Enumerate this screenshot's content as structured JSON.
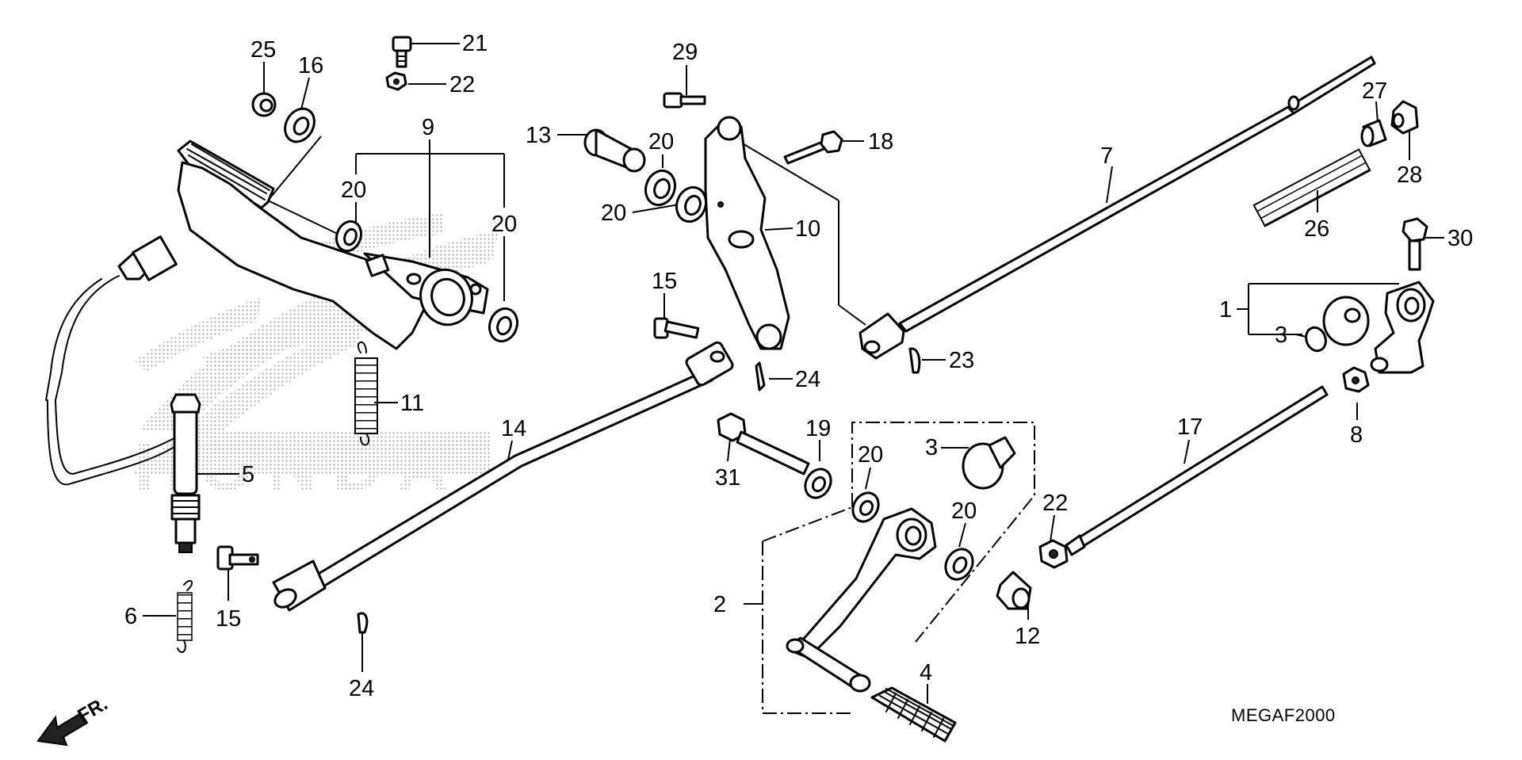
{
  "diagram": {
    "code": "MEGAF2000",
    "direction_label": "FR.",
    "watermark_text": "HONDA",
    "colors": {
      "ink": "#000000",
      "paper": "#ffffff",
      "watermark": "#b0b0b0"
    },
    "callouts": [
      {
        "id": "c1",
        "text": "1"
      },
      {
        "id": "c2",
        "text": "2"
      },
      {
        "id": "c3a",
        "text": "3"
      },
      {
        "id": "c3b",
        "text": "3"
      },
      {
        "id": "c4",
        "text": "4"
      },
      {
        "id": "c5",
        "text": "5"
      },
      {
        "id": "c6",
        "text": "6"
      },
      {
        "id": "c7",
        "text": "7"
      },
      {
        "id": "c8",
        "text": "8"
      },
      {
        "id": "c9",
        "text": "9"
      },
      {
        "id": "c10",
        "text": "10"
      },
      {
        "id": "c11",
        "text": "11"
      },
      {
        "id": "c12",
        "text": "12"
      },
      {
        "id": "c13",
        "text": "13"
      },
      {
        "id": "c14",
        "text": "14"
      },
      {
        "id": "c15a",
        "text": "15"
      },
      {
        "id": "c15b",
        "text": "15"
      },
      {
        "id": "c16",
        "text": "16"
      },
      {
        "id": "c17",
        "text": "17"
      },
      {
        "id": "c18",
        "text": "18"
      },
      {
        "id": "c19",
        "text": "19"
      },
      {
        "id": "c20a",
        "text": "20"
      },
      {
        "id": "c20b",
        "text": "20"
      },
      {
        "id": "c20c",
        "text": "20"
      },
      {
        "id": "c20d",
        "text": "20"
      },
      {
        "id": "c20e",
        "text": "20"
      },
      {
        "id": "c20f",
        "text": "20"
      },
      {
        "id": "c21",
        "text": "21"
      },
      {
        "id": "c22a",
        "text": "22"
      },
      {
        "id": "c22b",
        "text": "22"
      },
      {
        "id": "c23",
        "text": "23"
      },
      {
        "id": "c24a",
        "text": "24"
      },
      {
        "id": "c24b",
        "text": "24"
      },
      {
        "id": "c25",
        "text": "25"
      },
      {
        "id": "c26",
        "text": "26"
      },
      {
        "id": "c27",
        "text": "27"
      },
      {
        "id": "c28",
        "text": "28"
      },
      {
        "id": "c29",
        "text": "29"
      },
      {
        "id": "c30",
        "text": "30"
      },
      {
        "id": "c31",
        "text": "31"
      }
    ]
  }
}
